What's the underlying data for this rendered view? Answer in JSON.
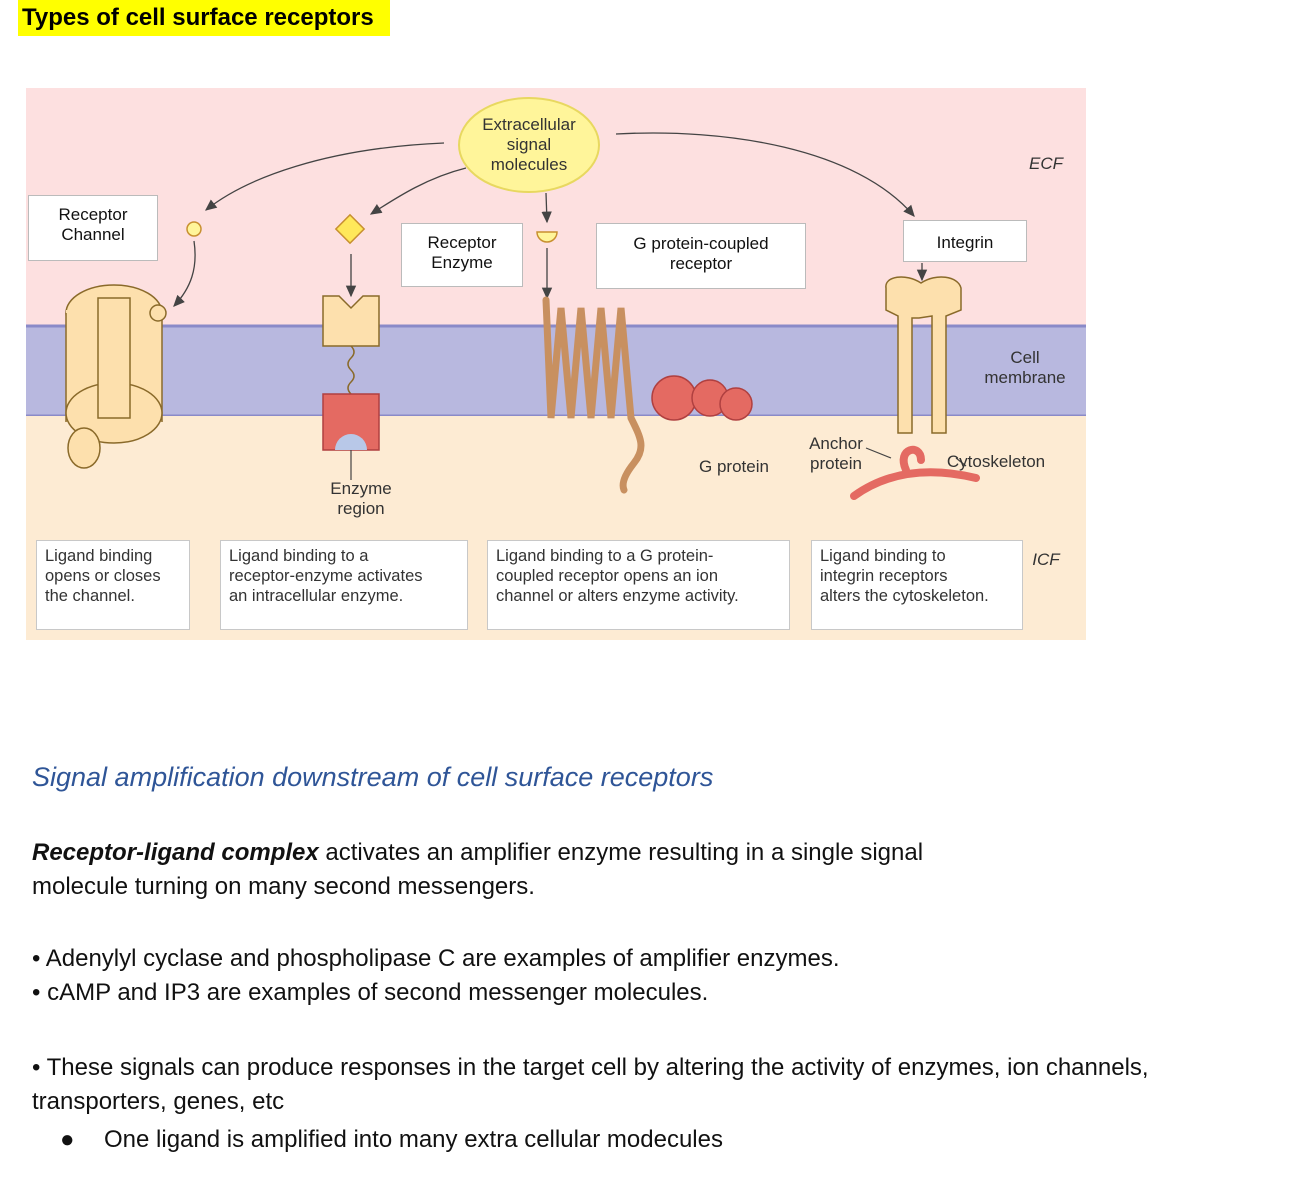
{
  "heading": "Types of cell surface receptors",
  "figure": {
    "ecf": "ECF",
    "icf": "ICF",
    "signal_molecules": "Extracellular\nsignal\nmolecules",
    "receptor_channel": "Receptor\nChannel",
    "receptor_enzyme": "Receptor\nEnzyme",
    "gpcr": "G protein-coupled\nreceptor",
    "integrin": "Integrin",
    "cell_membrane": "Cell\nmembrane",
    "anchor_protein": "Anchor\nprotein",
    "cytoskeleton": "Cytoskeleton",
    "g_protein": "G protein",
    "enzyme_region": "Enzyme\nregion",
    "desc_channel": "Ligand binding\nopens or closes\nthe channel.",
    "desc_enzyme": "Ligand binding to a\nreceptor-enzyme activates\nan intracellular enzyme.",
    "desc_gpcr": "Ligand binding to a G protein-\ncoupled receptor opens an ion\nchannel or alters enzyme activity.",
    "desc_integrin": "Ligand binding to\nintegrin receptors\nalters the cytoskeleton.",
    "colors": {
      "ecf_bg": "#fde0e0",
      "membrane": "#b8b8df",
      "icf_bg": "#fdebd3",
      "receptor": "#fde0ad",
      "enzyme_red": "#e46a62",
      "signal_yellow": "#fff59a"
    }
  },
  "section_title": "Signal amplification downstream of cell surface receptors",
  "para1": {
    "bold": "Receptor-ligand complex",
    "rest_line1": " activates an amplifier enzyme resulting in a single signal",
    "line2": "molecule turning on many second messengers."
  },
  "bullets1": [
    "• Adenylyl cyclase and phospholipase C are examples of amplifier enzymes.",
    "• cAMP and IP3 are examples of second messenger molecules."
  ],
  "bullet2_line1": "• These signals can produce responses in the target cell by altering the activity of enzymes, ion channels,",
  "bullet2_line2": "transporters, genes, etc",
  "sub_bullet": "One ligand is amplified into many extra cellular modecules"
}
